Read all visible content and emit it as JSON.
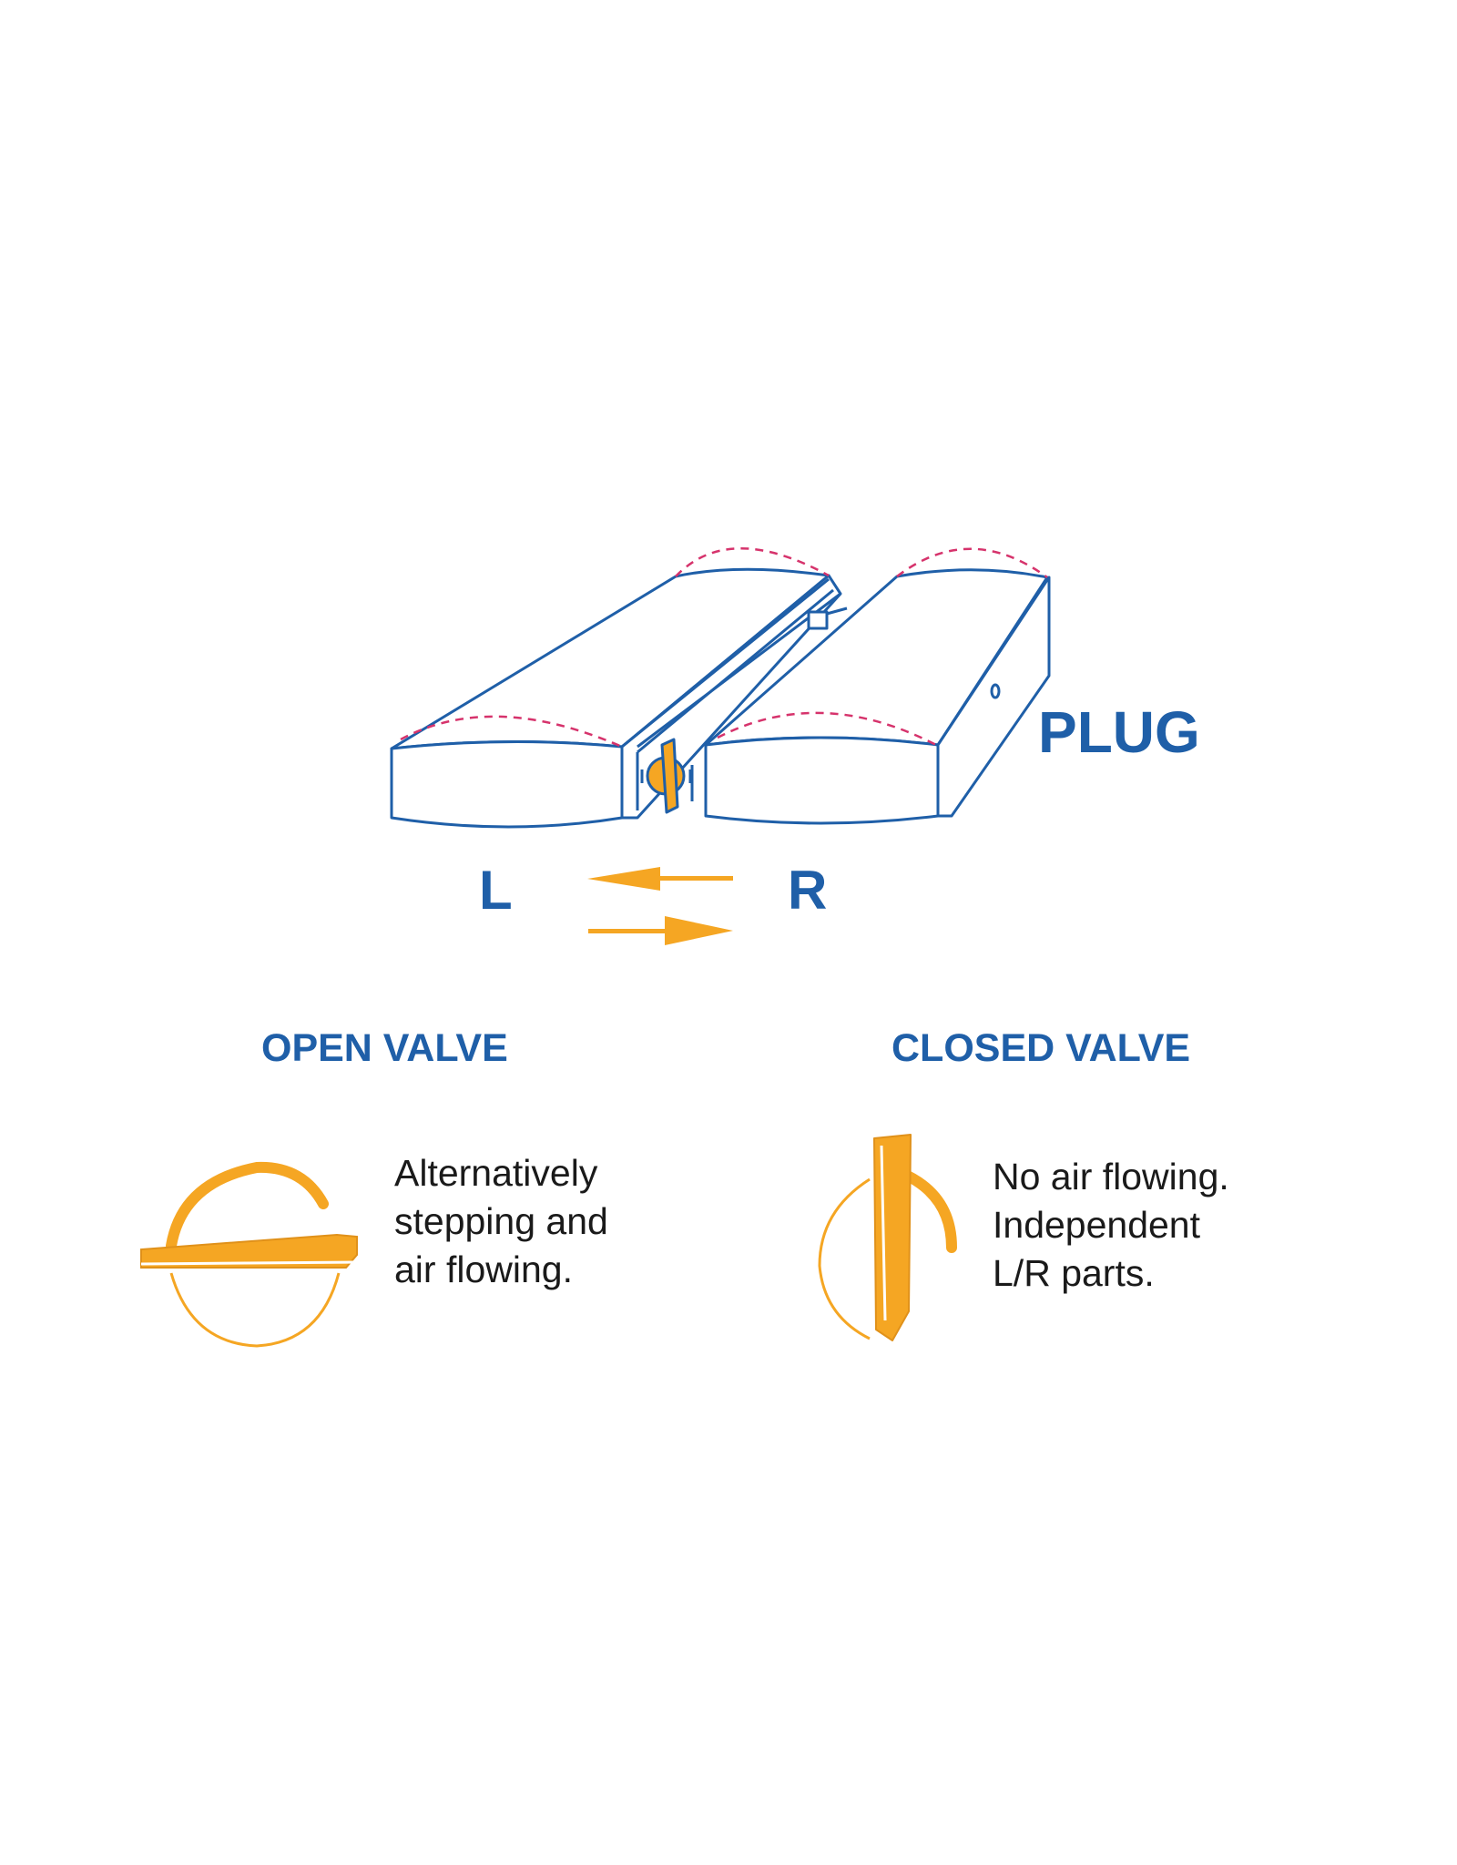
{
  "labels": {
    "plug": "PLUG",
    "left": "L",
    "right": "R"
  },
  "open_valve": {
    "title": "OPEN VALVE",
    "description": [
      "Alternatively",
      "stepping and",
      "air flowing."
    ]
  },
  "closed_valve": {
    "title": "CLOSED VALVE",
    "description": [
      "No air flowing.",
      "Independent",
      "L/R parts."
    ]
  },
  "colors": {
    "outline_blue": "#1f5fa8",
    "valve_orange": "#f5a623",
    "dashed_magenta": "#d6336c",
    "text_dark": "#1a1a1a"
  }
}
